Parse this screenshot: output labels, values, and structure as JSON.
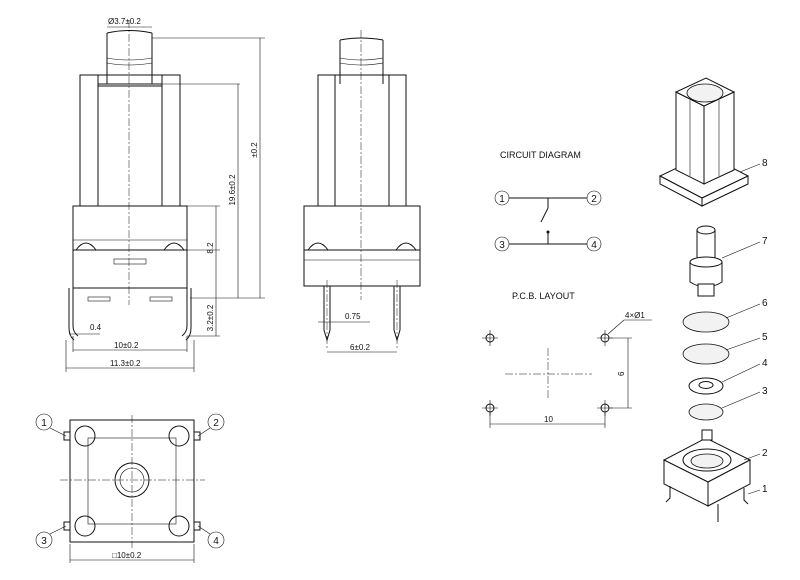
{
  "front_view": {
    "stem_diameter": "Ø3.7±0.2",
    "total_height": "±0.2",
    "body_height": "19.6±0.2",
    "base_height": "8.2",
    "pin_height": "3.2±0.2",
    "pin_width": "0.4",
    "body_width": "10±0.2",
    "pin_span": "11.3±0.2"
  },
  "side_view": {
    "pin_thickness": "0.75",
    "pin_pitch": "6±0.2"
  },
  "bottom_view": {
    "body_square": "□10±0.2",
    "pins": [
      "1",
      "2",
      "3",
      "4"
    ]
  },
  "circuit": {
    "title": "CIRCUIT DIAGRAM",
    "terminals": [
      "1",
      "2",
      "3",
      "4"
    ]
  },
  "pcb": {
    "title": "P.C.B. LAYOUT",
    "hole_spec": "4×Ø1",
    "hole_spacing_x": "10",
    "hole_spacing_y": "6"
  },
  "exploded": {
    "part_numbers": [
      "8",
      "7",
      "6",
      "5",
      "4",
      "3",
      "2",
      "1"
    ]
  }
}
